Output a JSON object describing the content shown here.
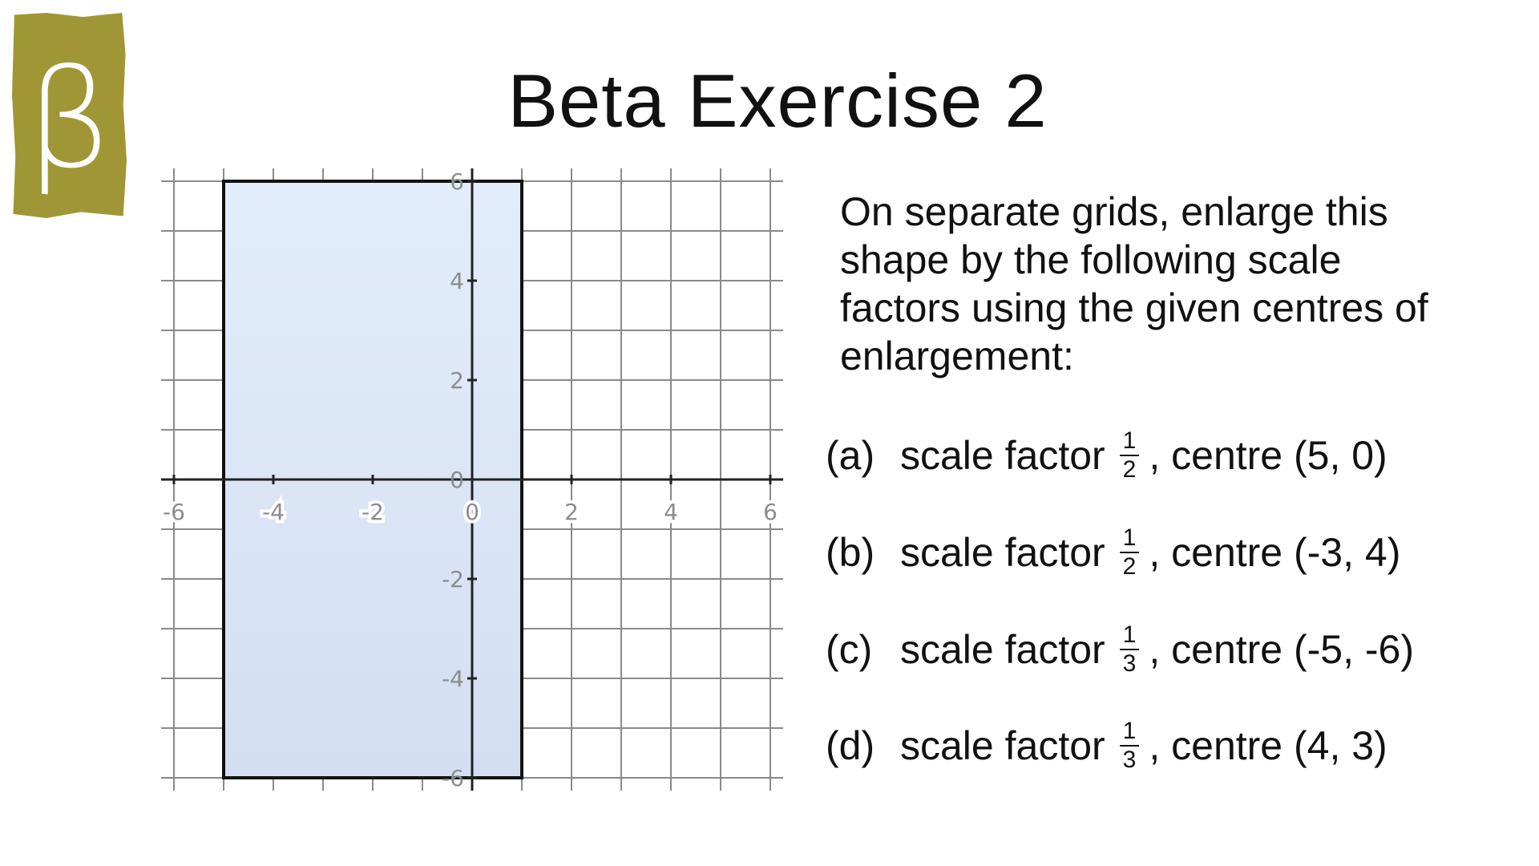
{
  "logo": {
    "symbol": "β",
    "color": "#a19636"
  },
  "title": "Beta Exercise 2",
  "instructions": "On separate grids, enlarge this shape by the following scale factors using the given centres of enlargement:",
  "grid": {
    "x_range": [
      -6,
      6
    ],
    "y_range": [
      -6,
      6
    ],
    "x_ticks": [
      "-6",
      "-4",
      "-2",
      "0",
      "2",
      "4",
      "6"
    ],
    "y_ticks": [
      "6",
      "4",
      "2",
      "0",
      "-2",
      "-4",
      "-6"
    ],
    "shape": {
      "type": "rectangle",
      "vertices": [
        [
          -5,
          6
        ],
        [
          1,
          6
        ],
        [
          1,
          -6
        ],
        [
          -5,
          -6
        ]
      ],
      "fill": "#dde8f8",
      "stroke": "#111111"
    }
  },
  "tasks": [
    {
      "label": "(a)",
      "text": "scale factor",
      "num": "1",
      "den": "2",
      "centre": ", centre (5, 0)"
    },
    {
      "label": "(b)",
      "text": "scale factor",
      "num": "1",
      "den": "2",
      "centre": ", centre (-3, 4)"
    },
    {
      "label": "(c)",
      "text": "scale factor",
      "num": "1",
      "den": "3",
      "centre": ", centre (-5, -6)"
    },
    {
      "label": "(d)",
      "text": "scale factor",
      "num": "1",
      "den": "3",
      "centre": ", centre (4, 3)"
    }
  ]
}
